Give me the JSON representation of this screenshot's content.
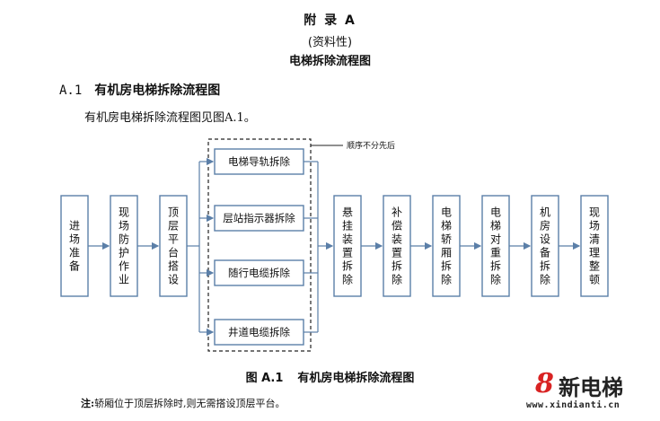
{
  "appendix": {
    "title": "附 录 A",
    "nature": "(资料性)",
    "subject": "电梯拆除流程图"
  },
  "section": {
    "number": "A.1",
    "title": "有机房电梯拆除流程图"
  },
  "body_text": "有机房电梯拆除流程图见图A.1。",
  "flowchart": {
    "steps_before": [
      "进场准备",
      "现场防护作业",
      "顶层平台搭设"
    ],
    "parallel_group": {
      "callout": "顺序不分先后",
      "steps": [
        "电梯导轨拆除",
        "层站指示器拆除",
        "随行电缆拆除",
        "井道电缆拆除"
      ]
    },
    "steps_after": [
      "悬挂装置拆除",
      "补偿装置拆除",
      "电梯轿厢拆除",
      "电梯对重拆除",
      "机房设备拆除",
      "现场清理整顿"
    ],
    "colors": {
      "box_border": "#5b7fa8",
      "arrow": "#5b7fa8",
      "dashed_border": "#222222"
    }
  },
  "figure": {
    "number": "图 A.1",
    "caption": "有机房电梯拆除流程图"
  },
  "note": {
    "label": "注:",
    "text": "轿厢位于顶层拆除时,则无需搭设顶层平台。"
  },
  "watermark": {
    "logo_mark": "8",
    "name": "新电梯",
    "domain": "www.xindianti.cn"
  }
}
